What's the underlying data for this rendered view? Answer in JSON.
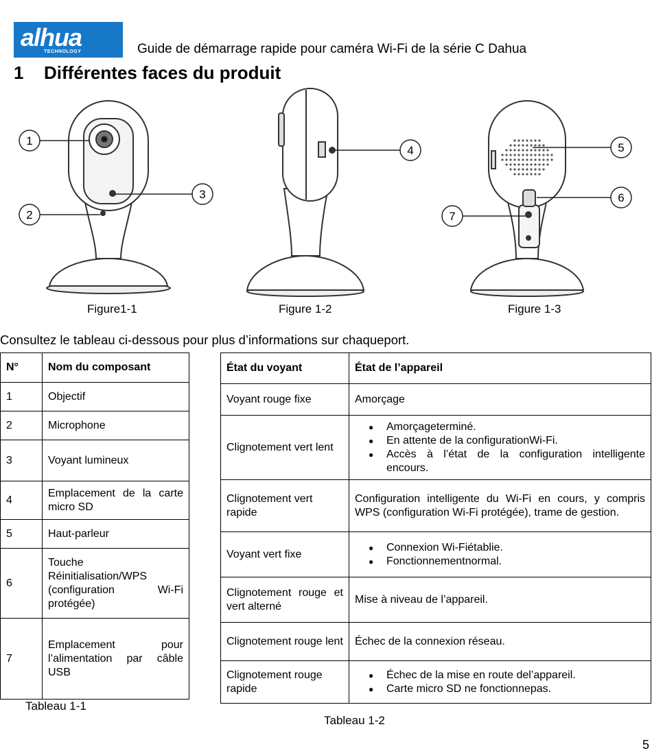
{
  "header": {
    "logo_text": "alhua",
    "logo_tagline": "TECHNOLOGY",
    "title": "Guide de démarrage rapide pour caméra Wi-Fi de la série C Dahua"
  },
  "section": {
    "number": "1",
    "title": "Différentes faces du produit"
  },
  "figures": {
    "callouts": [
      "1",
      "2",
      "3",
      "4",
      "5",
      "6",
      "7"
    ],
    "captions": [
      "Figure1-1",
      "Figure 1-2",
      "Figure 1-3"
    ]
  },
  "intro": "Consultez le tableau ci-dessous pour plus d’informations sur chaqueport.",
  "table1": {
    "headers": [
      "N°",
      "Nom du composant"
    ],
    "rows": [
      {
        "n": "1",
        "name": "Objectif"
      },
      {
        "n": "2",
        "name": "Microphone"
      },
      {
        "n": "3",
        "name": "Voyant lumineux"
      },
      {
        "n": "4",
        "name": "Emplacement de la carte micro SD"
      },
      {
        "n": "5",
        "name": "Haut-parleur"
      },
      {
        "n": "6",
        "name": "Touche Réinitialisation/WPS (configuration Wi-Fi protégée)"
      },
      {
        "n": "7",
        "name": "Emplacement pour l’alimentation par câble USB"
      }
    ],
    "caption": "Tableau 1-1"
  },
  "table2": {
    "headers": [
      "État du voyant",
      "État de l’appareil"
    ],
    "rows": [
      {
        "led": "Voyant rouge fixe",
        "state": "Amorçage"
      },
      {
        "led": "Clignotement vert lent",
        "items": [
          "Amorçageterminé.",
          "En attente de la configurationWi-Fi.",
          "Accès à l’état de la configuration intelligente encours."
        ]
      },
      {
        "led": "Clignotement vert rapide",
        "state": "Configuration intelligente du Wi-Fi en cours, y compris WPS (configuration Wi-Fi protégée), trame de gestion."
      },
      {
        "led": "Voyant vert fixe",
        "items": [
          "Connexion Wi-Fiétablie.",
          "Fonctionnementnormal."
        ]
      },
      {
        "led": "Clignotement rouge et vert alterné",
        "state": "Mise à niveau de l’appareil."
      },
      {
        "led": "Clignotement rouge lent",
        "state": "Échec de la connexion réseau."
      },
      {
        "led": "Clignotement rouge rapide",
        "items": [
          "Échec de la mise en route del’appareil.",
          "Carte micro SD ne fonctionnepas."
        ]
      }
    ],
    "caption": "Tableau 1-2"
  },
  "page_number": "5"
}
